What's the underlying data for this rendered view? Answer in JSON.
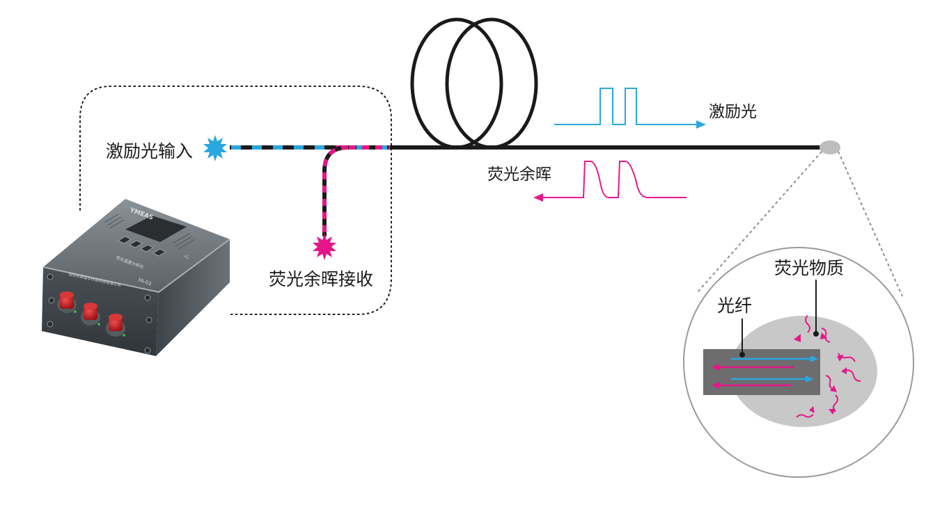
{
  "labels": {
    "excitation_input": "激励光输入",
    "afterglow_receive": "荧光余晖接收",
    "excitation_light": "激励光",
    "fluorescence_afterglow": "荧光余晖",
    "fluorescent_material": "荧光物质",
    "optical_fiber": "光纤"
  },
  "device": {
    "brand": "YMEAS",
    "model": "FA-03",
    "panel_title": "荧光温度分析仪",
    "company": "深圳市英诺华传感科技有限公司",
    "unit": "°C"
  },
  "colors": {
    "excitation": "#29a8df",
    "fluorescence": "#e6168a",
    "fiber": "#1a1a1a",
    "device_body": "#5f676d",
    "connector": "#c0161c"
  }
}
